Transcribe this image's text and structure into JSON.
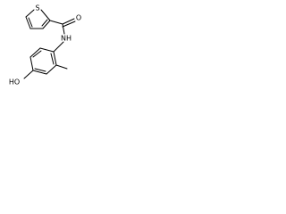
{
  "molecule": {
    "atoms": {
      "sulfur": "S",
      "oxygen_carbonyl": "O",
      "nitrogen": "NH",
      "hydroxyl": "HO"
    }
  }
}
